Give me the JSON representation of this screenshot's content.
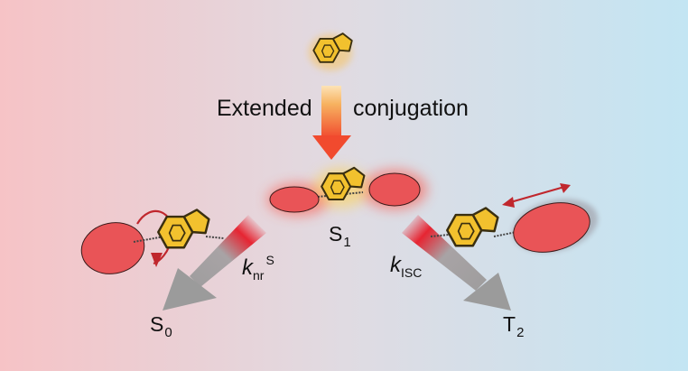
{
  "labels": {
    "extended": "Extended",
    "conjugation": "conjugation",
    "s1_main": "S",
    "s1_sub": "1",
    "s0_main": "S",
    "s0_sub": "0",
    "t2_main": "T",
    "t2_sub": "2",
    "knr_main": "k",
    "knr_sub": "nr",
    "knr_sup": "S",
    "kisc_main": "k",
    "kisc_sub": "ISC"
  },
  "colors": {
    "background_left": "#f6c3c6",
    "background_mid": "#e0dbe2",
    "background_right": "#c3e5f3",
    "ellipse_fill": "#e95457",
    "ring_fill": "#f2c12e",
    "arrow_top": "#f7b260",
    "arrow_bottom": "#f14a2e",
    "rotation_arrow": "#c0272d",
    "decay_arrow_gray": "#9b9b9b",
    "decay_arrow_red": "#e62532"
  }
}
